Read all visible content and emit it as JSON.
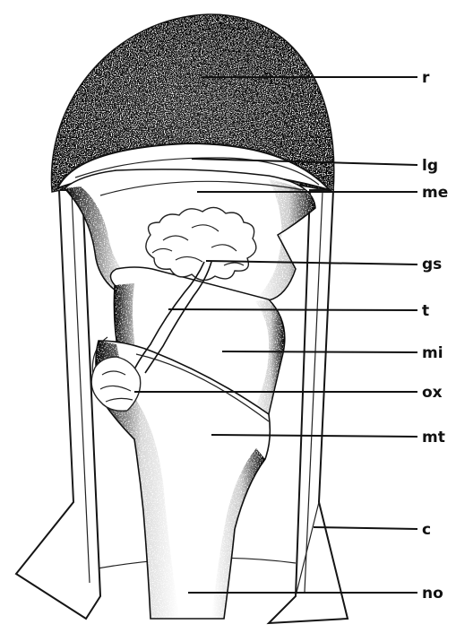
{
  "figure": {
    "labels": {
      "r": "r",
      "lg": "lg",
      "me": "me",
      "gs": "gs",
      "t": "t",
      "mi": "mi",
      "ox": "ox",
      "mt": "mt",
      "c": "c",
      "no": "no"
    },
    "colors": {
      "ink": "#111111",
      "paper": "#ffffff"
    }
  }
}
